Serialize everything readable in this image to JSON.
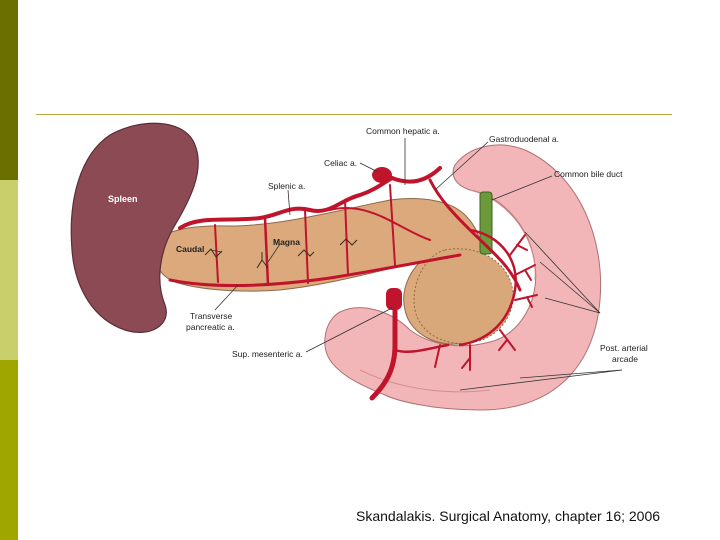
{
  "labels": {
    "spleen": "Spleen",
    "common_hepatic": "Common hepatic a.",
    "gastroduodenal": "Gastroduodenal a.",
    "celiac": "Celiac a.",
    "common_bile_duct": "Common bile duct",
    "splenic": "Splenic a.",
    "caudal": "Caudal",
    "magna": "Magna",
    "transverse_line1": "Transverse",
    "transverse_line2": "pancreatic a.",
    "sup_mesenteric": "Sup. mesenteric a.",
    "post_arterial_line1": "Post. arterial",
    "post_arterial_line2": "arcade"
  },
  "citation": "Skandalakis. Surgical Anatomy, chapter 16; 2006",
  "colors": {
    "spleen": "#8c4a55",
    "pancreas": "#d9a87a",
    "duodenum": "#f0b0b4",
    "artery": "#c0142c",
    "bile_duct": "#6a9a3a"
  }
}
